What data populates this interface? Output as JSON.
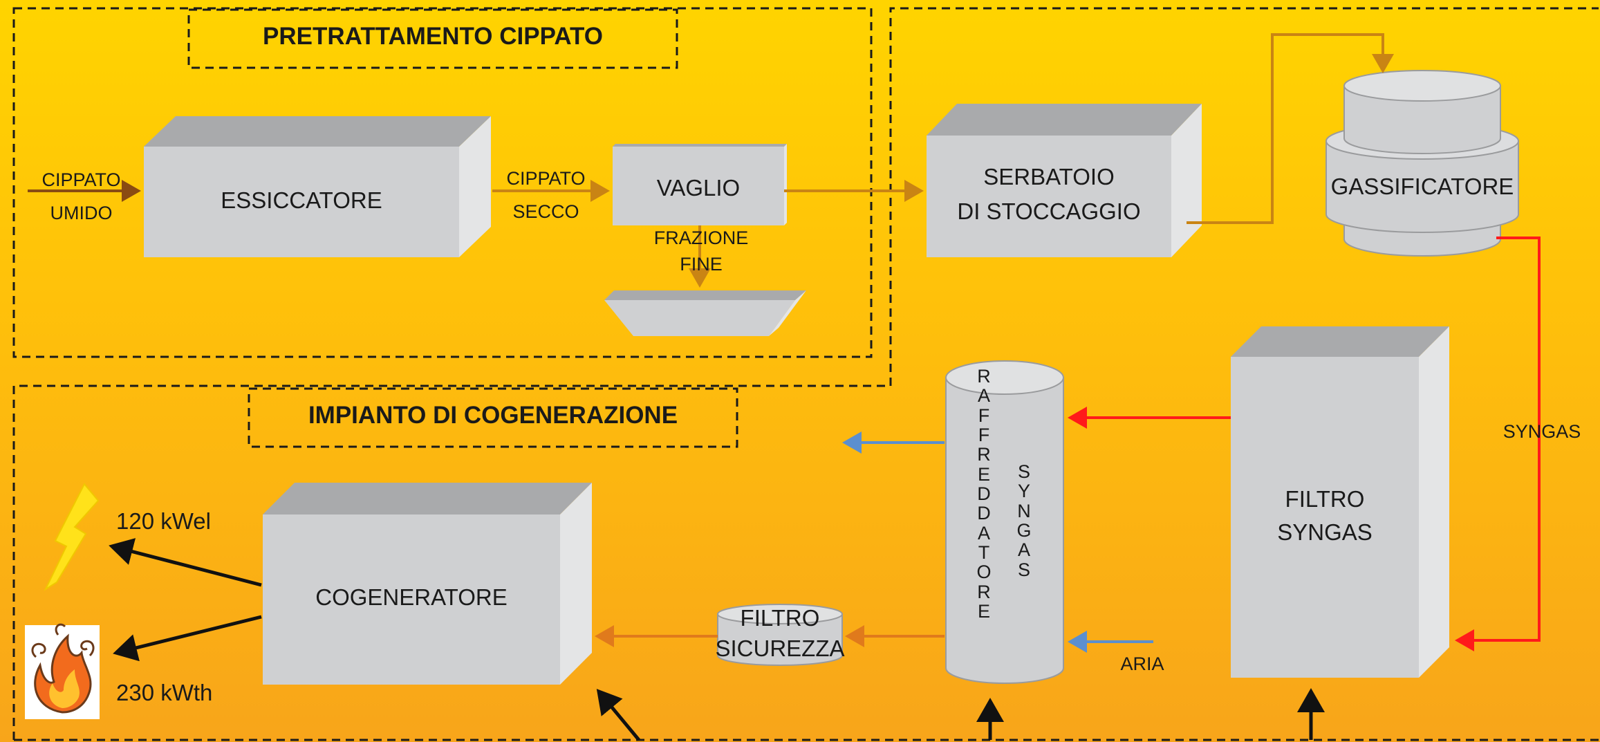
{
  "sections": {
    "pretreatment_title": "PRETRATTAMENTO CIPPATO",
    "cogeneration_title": "IMPIANTO DI COGENERAZIONE"
  },
  "boxes": {
    "essiccatore": "ESSICCATORE",
    "vaglio": "VAGLIO",
    "serbatoio_line1": "SERBATOIO",
    "serbatoio_line2": "DI STOCCAGGIO",
    "gassificatore": "GASSIFICATORE",
    "filtro_syngas_line1": "FILTRO",
    "filtro_syngas_line2": "SYNGAS",
    "cogeneratore": "COGENERATORE",
    "filtro_sicurezza_line1": "FILTRO",
    "filtro_sicurezza_line2": "SICUREZZA",
    "raffreddatore_letters": [
      "R",
      "A",
      "F",
      "F",
      "R",
      "E",
      "D",
      "D",
      "A",
      "T",
      "O",
      "R",
      "E"
    ],
    "syngas_letters": [
      "S",
      "Y",
      "N",
      "G",
      "A",
      "S"
    ]
  },
  "flow_labels": {
    "cippato_umido_line1": "CIPPATO",
    "cippato_umido_line2": "UMIDO",
    "cippato_secco_line1": "CIPPATO",
    "cippato_secco_line2": "SECCO",
    "frazione_fine_line1": "FRAZIONE",
    "frazione_fine_line2": "FINE",
    "syngas": "SYNGAS",
    "aria": "ARIA"
  },
  "outputs": {
    "electric": "120 kWel",
    "thermal": "230 kWth"
  },
  "colors": {
    "box_front": "#cfd0d2",
    "box_top": "#a9aaac",
    "box_side": "#e4e5e6",
    "flow_wood": "#c98414",
    "flow_syngas": "#ff1a1a",
    "flow_air": "#5b8fcf",
    "flow_output": "#e07a1c",
    "bolt": "#ffe21a"
  },
  "icons": [
    "lightning-bolt-icon",
    "flame-icon"
  ]
}
